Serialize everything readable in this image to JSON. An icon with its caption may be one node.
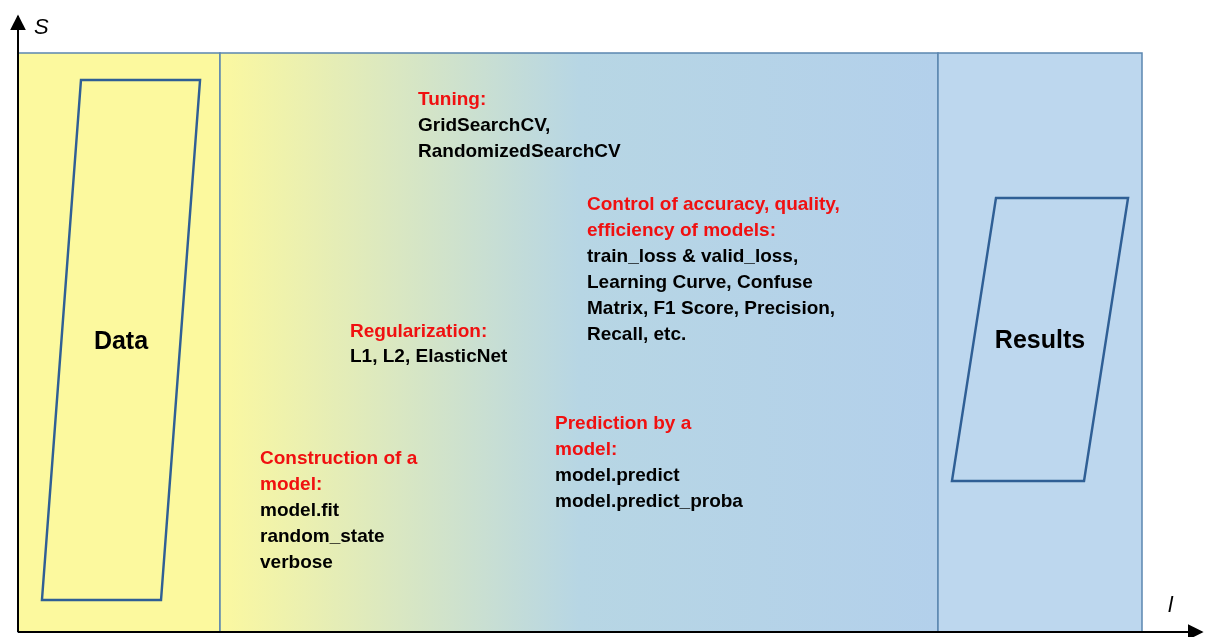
{
  "diagram": {
    "nodes": [
      {
        "text": [
          "Data"
        ]
      },
      {
        "text": [
          "Results"
        ]
      }
    ],
    "labels": [
      "S",
      "Tuning:",
      "GridSearchCV, RandomizedSearchCV",
      "Control of accuracy, quality, efficiency of models:",
      "train_loss & valid_loss, Learning Curve, Confuse Matrix, F1 Score, Precision, Recall, etc.",
      "Regularization:",
      "L1, L2, ElasticNet",
      "Prediction by a model:",
      "model.predict model.predict_proba",
      "Construction of a model:",
      "model.fit random_state verbose",
      "l"
    ]
  }
}
